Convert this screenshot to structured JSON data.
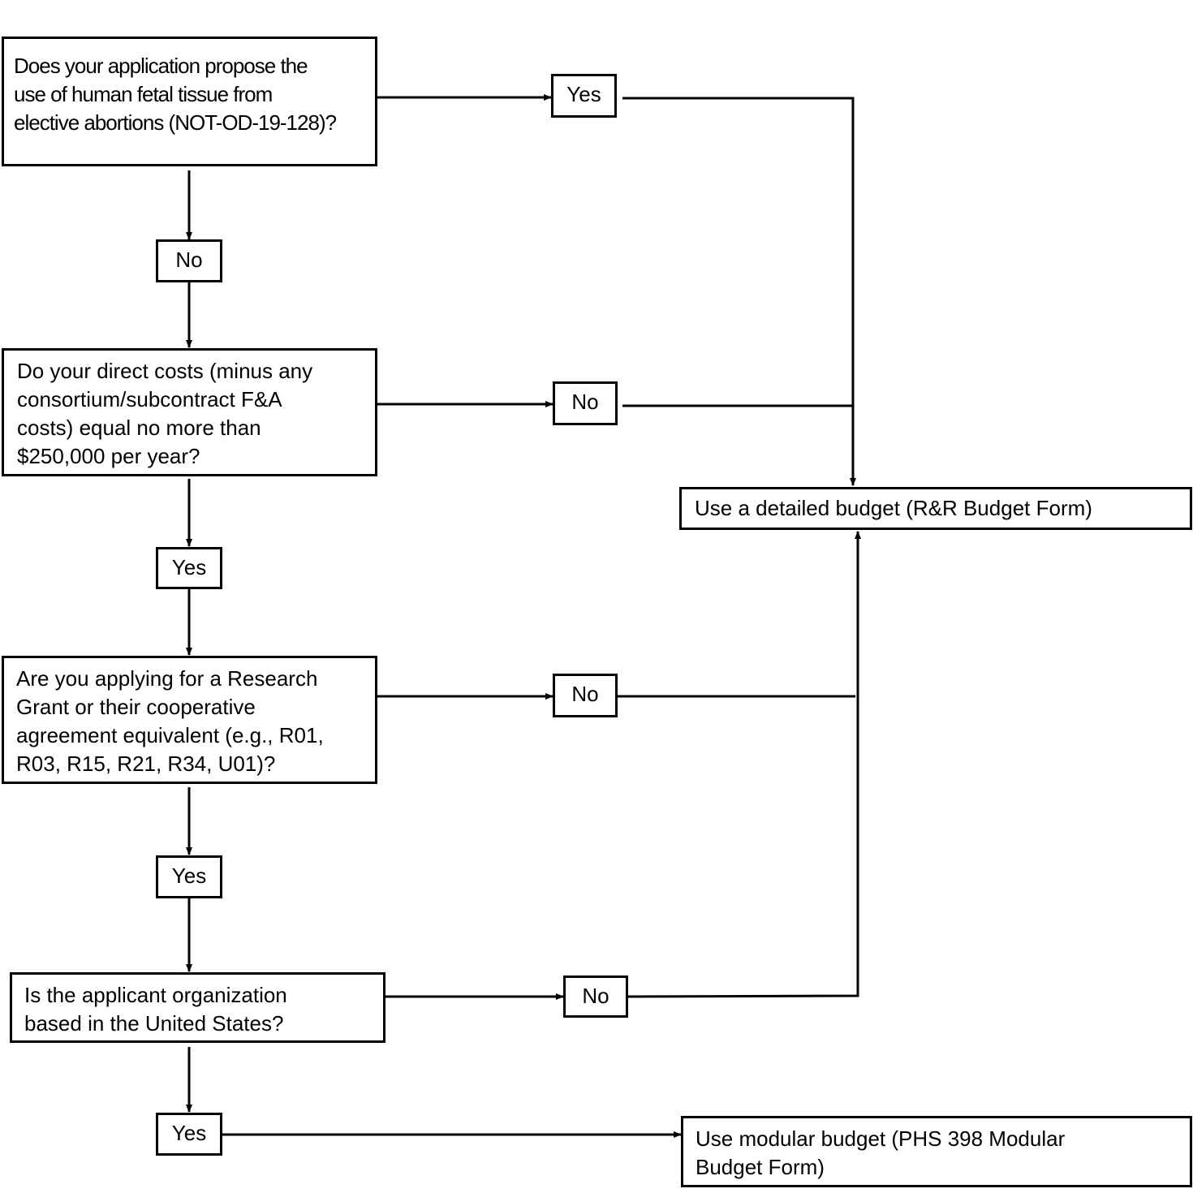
{
  "questions": [
    {
      "lines": [
        "Does your application propose the",
        "use of human fetal tissue from",
        "elective abortions (NOT-OD-19-128)?"
      ]
    },
    {
      "lines": [
        "Do your direct costs (minus any",
        "consortium/subcontract F&A",
        "costs) equal no more than",
        "$250,000 per year?"
      ]
    },
    {
      "lines": [
        "Are you applying for a Research",
        "Grant or their cooperative",
        "agreement equivalent (e.g., R01,",
        "R03, R15, R21, R34, U01)?"
      ]
    },
    {
      "lines": [
        "Is the applicant organization",
        "based in the United States?"
      ]
    }
  ],
  "labels": {
    "q1_right": "Yes",
    "q1_down": "No",
    "q2_right": "No",
    "q2_down": "Yes",
    "q3_right": "No",
    "q3_down": "Yes",
    "q4_right": "No",
    "q4_down": "Yes"
  },
  "outcomes": {
    "detailed": "Use a detailed budget (R&R Budget Form)",
    "modular": [
      "Use modular budget (PHS 398 Modular",
      "Budget Form)"
    ]
  }
}
